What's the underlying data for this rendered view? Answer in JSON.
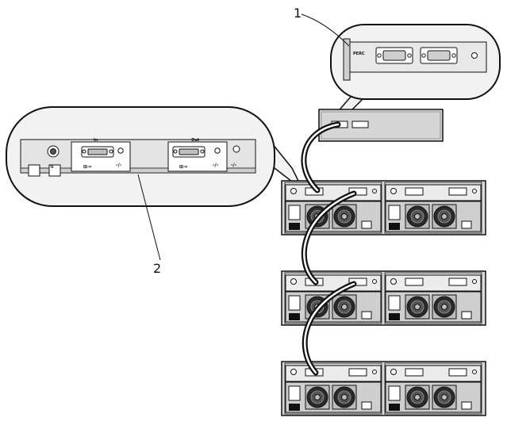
{
  "callouts": [
    {
      "label": "1"
    },
    {
      "label": "2"
    }
  ],
  "perc_card": {
    "label": "PERC"
  },
  "emm_detail": {
    "in_label": "In",
    "out_label": "Out"
  },
  "colors": {
    "line": "#111111",
    "bubble_fill": "#f2f2f2",
    "panel_fill": "#e6e6e6",
    "chassis_fill": "#d9d9d9",
    "fan_fill": "#2a2a2a",
    "cable": "#111111",
    "cable_highlight": "#ffffff"
  },
  "enclosures": [
    {
      "id": "enclosure-1"
    },
    {
      "id": "enclosure-2"
    },
    {
      "id": "enclosure-3"
    }
  ]
}
